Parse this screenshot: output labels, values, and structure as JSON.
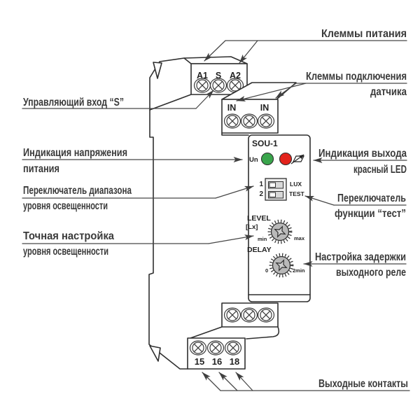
{
  "device": {
    "model": "SOU-1",
    "power_terminals": {
      "labels": [
        "A1",
        "S",
        "A2"
      ]
    },
    "sensor_terminals": {
      "labels": [
        "IN",
        "IN"
      ]
    },
    "output_terminals": {
      "labels": [
        "15",
        "16",
        "18"
      ]
    },
    "panel": {
      "un_label": "Un",
      "dip_row1": "1",
      "dip_row2": "2",
      "dip_lux": "LUX",
      "dip_test": "TEST",
      "level_title": "LEVEL",
      "level_unit": "[Lx]",
      "level_min": "min",
      "level_max": "max",
      "delay_title": "DELAY",
      "delay_min": "0",
      "delay_max": "2min"
    }
  },
  "callouts": {
    "power": [
      "Клеммы питания"
    ],
    "sensor": [
      "Клеммы подключения",
      "датчика"
    ],
    "control_input": [
      "Управляющий вход “S”"
    ],
    "supply_led": [
      "Индикация напряжения",
      "питания"
    ],
    "output_led": [
      "Индикация выхода",
      "красный LED"
    ],
    "range_switch": [
      "Переключатель диапазона",
      "уровня освещенности"
    ],
    "test_switch": [
      "Переключатель",
      "функции “тест”"
    ],
    "level_adjust": [
      "Точная настройка",
      "уровня освещенности"
    ],
    "delay_adjust": [
      "Настройка задержки",
      "выходного реле"
    ],
    "output_contacts": [
      "Выходные контакты"
    ]
  },
  "colors": {
    "led_green": "#3aa54c",
    "led_red": "#e3231c",
    "knob_fill": "#b9b9b9",
    "line": "#2f2f2f",
    "text": "#3a3a3a"
  }
}
